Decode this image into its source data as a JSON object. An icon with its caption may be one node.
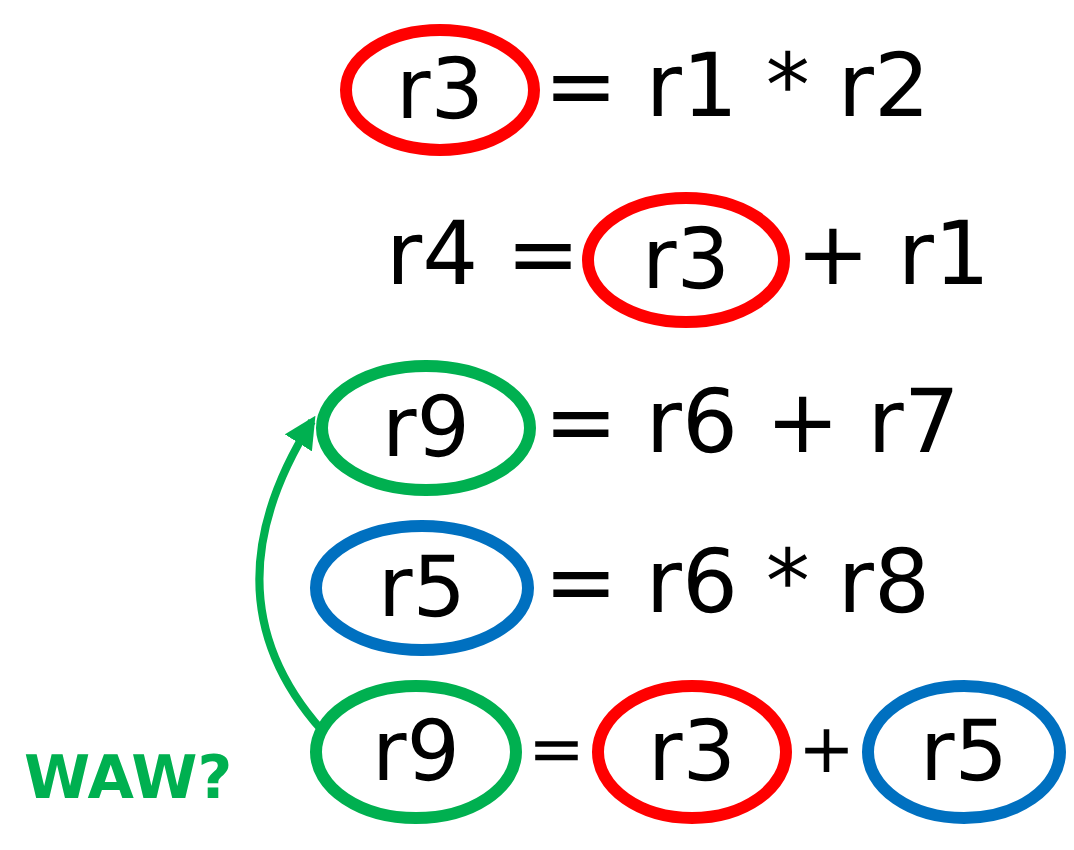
{
  "diagram": {
    "nodes": [
      {
        "text": [
          "r3"
        ]
      },
      {
        "text": [
          "r3"
        ]
      },
      {
        "text": [
          "r9"
        ]
      },
      {
        "text": [
          "r5"
        ]
      },
      {
        "text": [
          "r9"
        ]
      },
      {
        "text": [
          "r3"
        ]
      },
      {
        "text": [
          "r5"
        ]
      }
    ],
    "edges": [
      {
        "from": 4,
        "to": 2,
        "arrow": "to",
        "color": "#00b050"
      }
    ],
    "labels": [
      "= r1 * r2",
      "r4 =",
      "+ r1",
      "= r6 + r7",
      "= r6 * r8",
      "WAW?",
      "=",
      "+"
    ]
  }
}
